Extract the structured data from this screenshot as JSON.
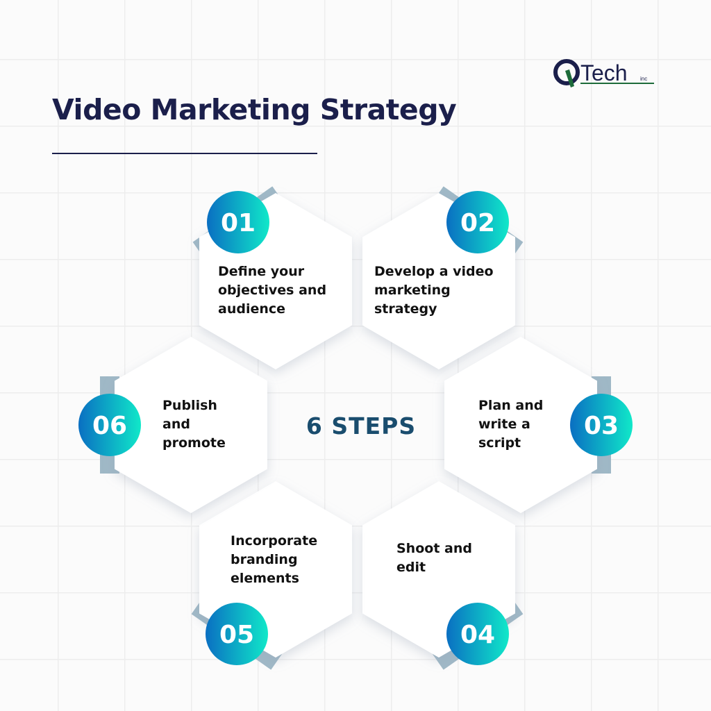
{
  "header": {
    "title": "Video Marketing Strategy",
    "logo_text": "QTech inc"
  },
  "center_label": "6 STEPS",
  "colors": {
    "title": "#1b1f4b",
    "center": "#1a4d6e",
    "gradient_start": "#0a6fc2",
    "gradient_end": "#10e8c9",
    "stripe": "#9fb8c6"
  },
  "steps": [
    {
      "number": "01",
      "text": "Define your\nobjectives and\naudience"
    },
    {
      "number": "02",
      "text": "Develop a video\nmarketing\nstrategy"
    },
    {
      "number": "03",
      "text": "Plan and\nwrite a\nscript"
    },
    {
      "number": "04",
      "text": "Shoot and\nedit"
    },
    {
      "number": "05",
      "text": "Incorporate\nbranding\nelements"
    },
    {
      "number": "06",
      "text": "Publish\nand\npromote"
    }
  ]
}
